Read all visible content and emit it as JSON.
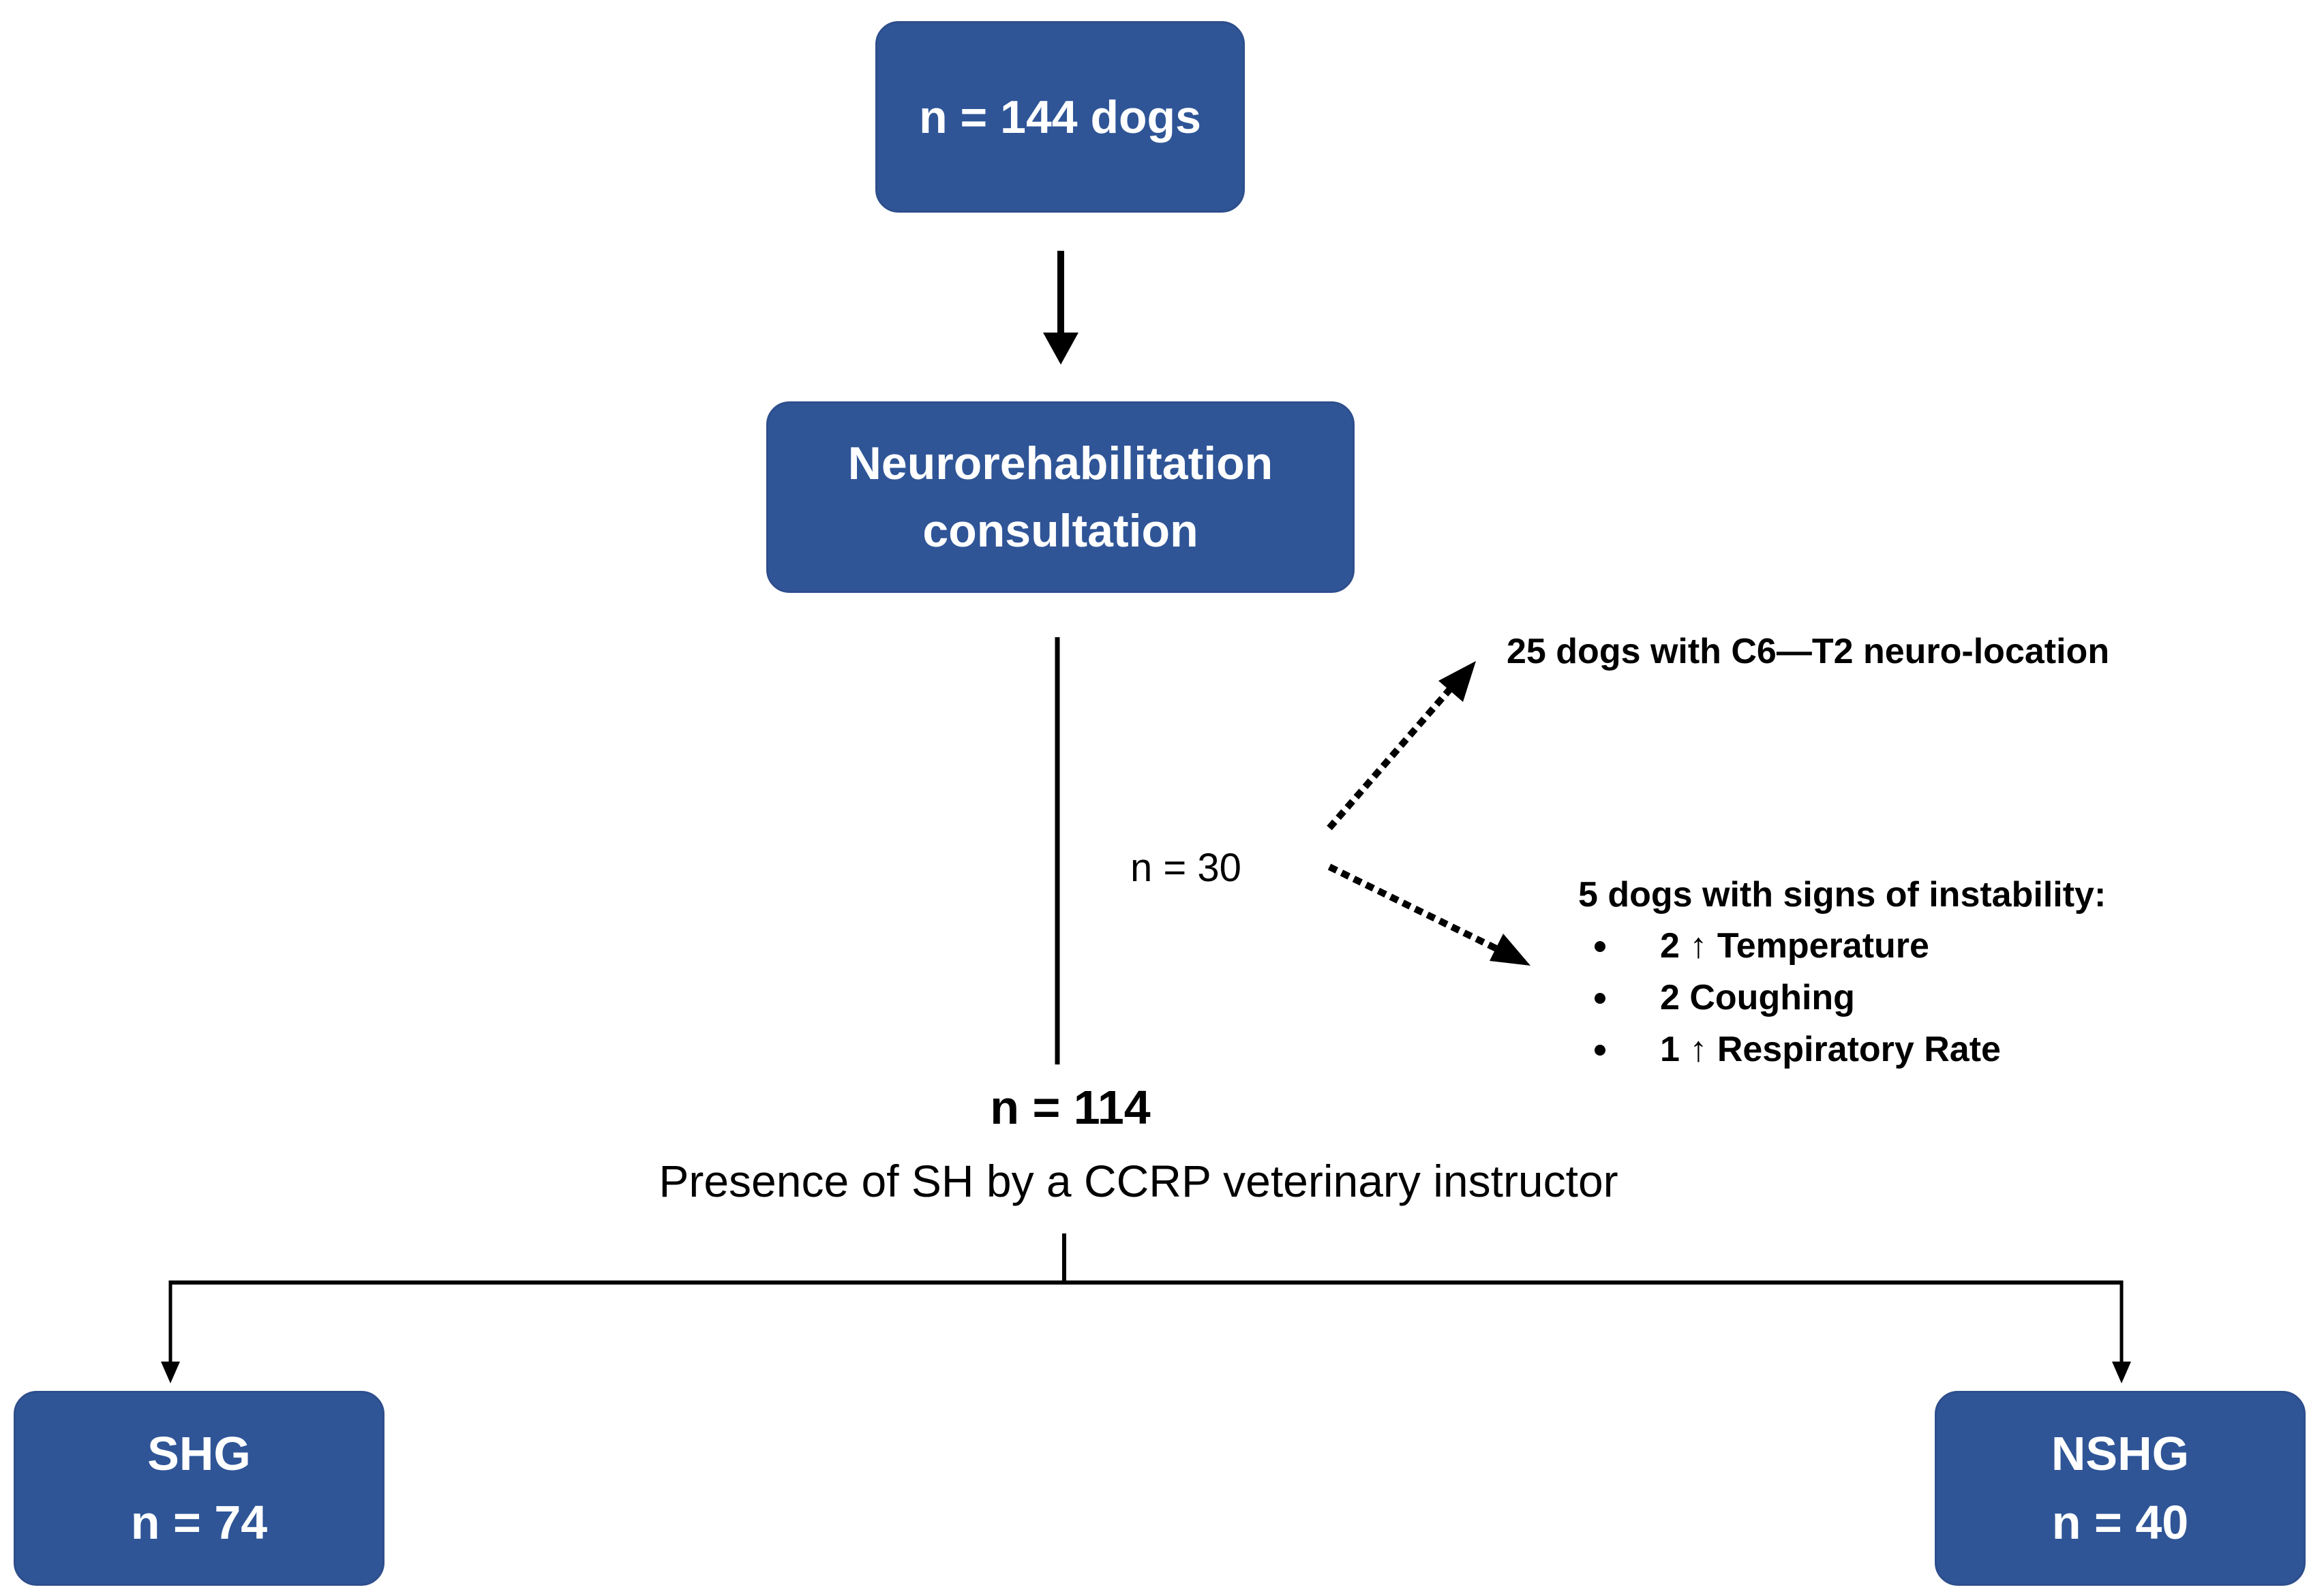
{
  "boxes": {
    "total": "n = 144 dogs",
    "consultation_line1": "Neurorehabilitation",
    "consultation_line2": "consultation",
    "shg_label": "SHG",
    "shg_count": "n = 74",
    "nshg_label": "NSHG",
    "nshg_count": "n = 40"
  },
  "exclusion": {
    "count": "n = 30",
    "neuro_location": "25 dogs with C6—T2 neuro-location",
    "instability_title": "5 dogs with signs of instability:",
    "instability_items": [
      "2 ↑ Temperature",
      "2 Coughing",
      "1 ↑ Respiratory Rate"
    ]
  },
  "included": {
    "count": "n = 114",
    "description": "Presence of SH by a CCRP veterinary instructor"
  },
  "colors": {
    "box_fill": "#2F5597",
    "box_text": "#ffffff",
    "lines": "#000000"
  }
}
